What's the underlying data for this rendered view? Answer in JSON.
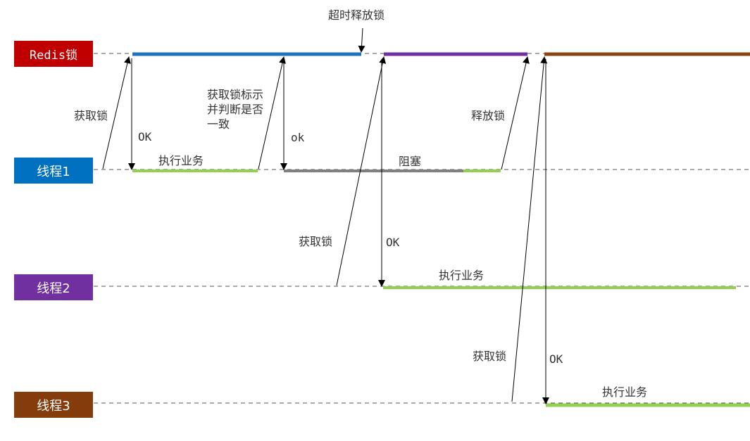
{
  "rows": {
    "redis": {
      "label": "Redis锁",
      "color": "#C00000"
    },
    "thread1": {
      "label": "线程1",
      "color": "#0070C0"
    },
    "thread2": {
      "label": "线程2",
      "color": "#7030A0"
    },
    "thread3": {
      "label": "线程3",
      "color": "#843C0C"
    }
  },
  "annotations": {
    "timeout_release": "超时释放锁",
    "t1_acquire": "获取锁",
    "t1_ok": "OK",
    "t1_exec": "执行业务",
    "t1_check": "获取锁标示\n并判断是否\n一致",
    "t1_ok2": "ok",
    "t1_blocked": "阻塞",
    "t1_release": "释放锁",
    "t2_acquire": "获取锁",
    "t2_ok": "OK",
    "t2_exec": "执行业务",
    "t3_acquire": "获取锁",
    "t3_ok": "OK",
    "t3_exec": "执行业务"
  },
  "colors": {
    "lock_thread1": "#1E73BE",
    "lock_thread2": "#7030A0",
    "lock_thread3": "#8B4513",
    "business": "#92D050",
    "blocked": "#808080",
    "dashed_line": "#555555",
    "arrow": "#000000"
  }
}
